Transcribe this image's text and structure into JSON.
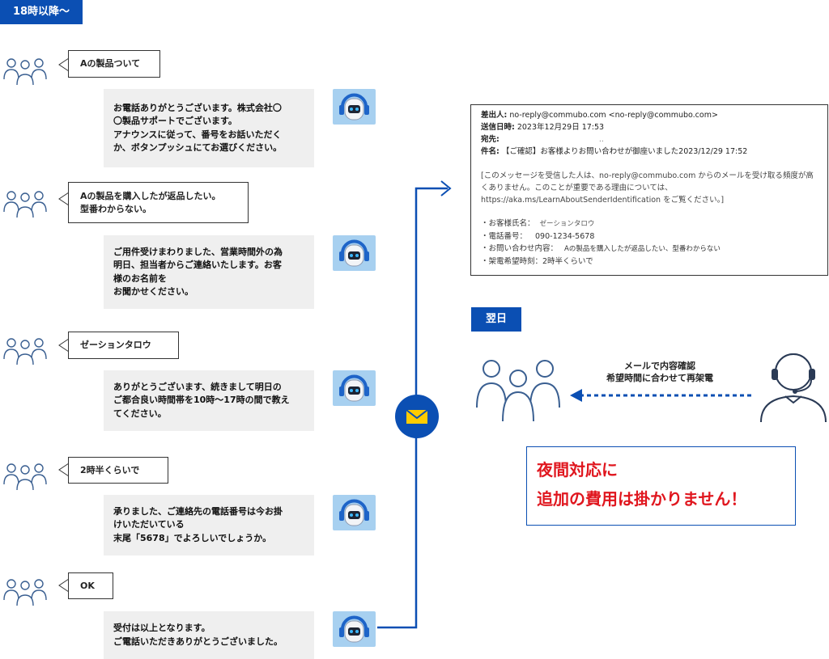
{
  "labels": {
    "after_hours": "18時以降〜",
    "next_day": "翌日"
  },
  "conversation": [
    {
      "caller": "Aの製品ついて",
      "response": "お電話ありがとうございます。株式会社〇\n〇製品サポートでございます。\nアナウンスに従って、番号をお話いただく\nか、ボタンプッシュにてお選びください。"
    },
    {
      "caller": "Aの製品を購入したが返品したい。\n型番わからない。",
      "response": "ご用件受けまわりました、営業時間外の為\n明日、担当者からご連絡いたします。お客\n様のお名前を\nお聞かせください。"
    },
    {
      "caller": "ゼーションタロウ",
      "response": "ありがとうございます、続きまして明日の\nご都合良い時間帯を10時〜17時の間で教え\nてください。"
    },
    {
      "caller": "2時半くらいで",
      "response": "承りました、ご連絡先の電話番号は今お掛\nけいただいている\n末尾「5678」でよろしいでしょうか。"
    },
    {
      "caller": "OK",
      "response": "受付は以上となります。\nご電話いただきありがとうございました。"
    }
  ],
  "email": {
    "from_label": "差出人:",
    "from_value": "no-reply@commubo.com <no-reply@commubo.com>",
    "sent_label": "送信日時:",
    "sent_value": "2023年12月29日 17:53",
    "to_label": "宛先:",
    "to_value": "..",
    "subject_label": "件名:",
    "subject_value": "【ご確認】お客様よりお問い合わせが御座いました2023/12/29 17:52",
    "notice": "[このメッセージを受信した人は、no-reply@commubo.com からのメールを受け取る頻度が高くありません。このことが重要である理由については、https://aka.ms/LearnAboutSenderIdentification をご覧ください。]",
    "fields": [
      {
        "label": "・お客様氏名：",
        "value": "ゼーションタロウ"
      },
      {
        "label": "・電話番号：",
        "value": "090-1234-5678"
      },
      {
        "label": "・お問い合わせ内容：",
        "value": "Aの製品を購入したが返品したい、型番わからない"
      },
      {
        "label": "・架電希望時刻：",
        "value": "2時半くらいで"
      }
    ]
  },
  "callback_text": "メールで内容確認\n希望時間に合わせて再架電",
  "note_text": "夜間対応に\n追加の費用は掛かりません！",
  "colors": {
    "accent": "#0b4fb3",
    "note_red": "#e0161e",
    "bubble_grey": "#efefef"
  }
}
